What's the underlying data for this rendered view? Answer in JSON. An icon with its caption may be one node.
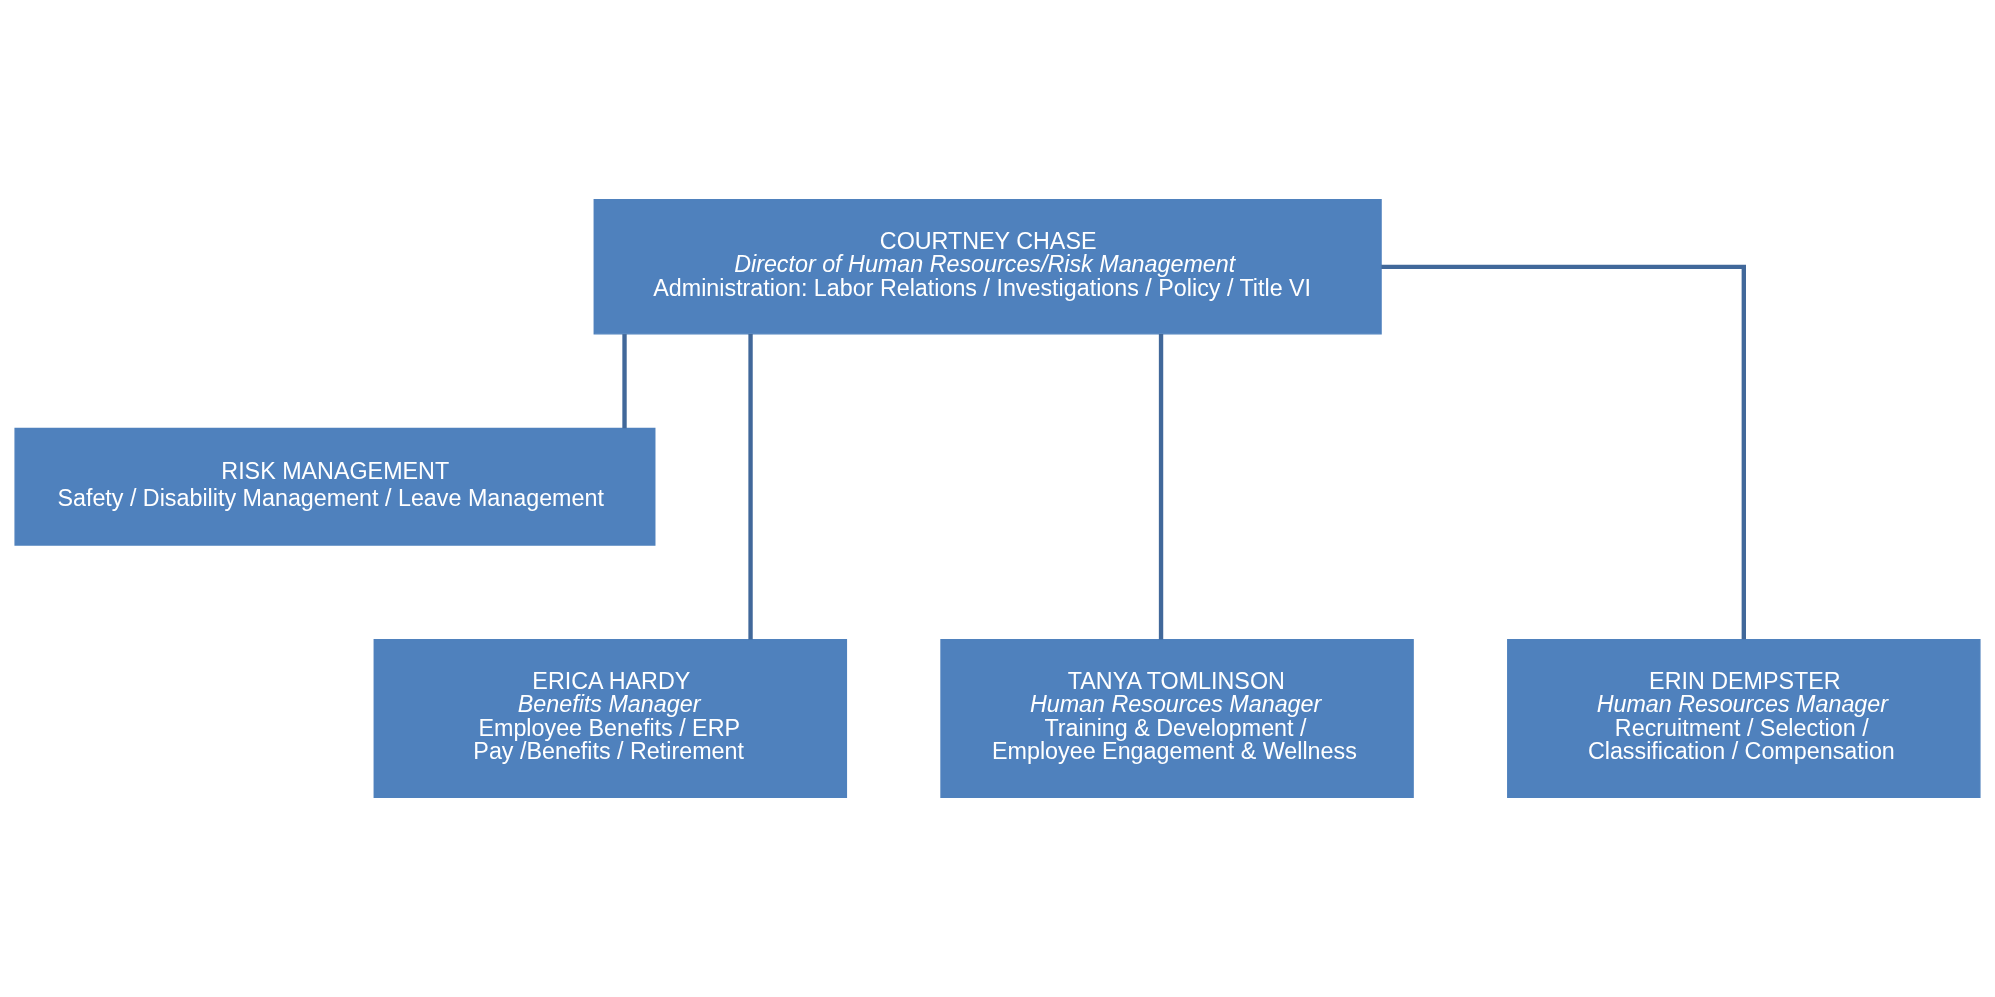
{
  "diagram": {
    "nodes": [
      {
        "text": [
          "COURTNEY CHASE",
          "Director of Human Resources/Risk Management",
          "Administration: Labor Relations / Investigations / Policy / Title VI"
        ]
      },
      {
        "text": [
          "RISK MANAGEMENT",
          "Safety / Disability Management / Leave Management"
        ]
      },
      {
        "text": [
          "ERICA HARDY",
          "Benefits Manager",
          "Employee Benefits / ERP",
          "Pay /Benefits / Retirement"
        ]
      },
      {
        "text": [
          "TANYA TOMLINSON",
          "Human Resources Manager",
          "Training & Development / Employee Engagement & Wellness"
        ]
      },
      {
        "text": [
          "ERIN DEMPSTER",
          "Human Resources Manager",
          "Recruitment / Selection / Classification / Compensation"
        ]
      }
    ],
    "edges": [
      {
        "from": 0,
        "to": 1,
        "arrow": "none"
      },
      {
        "from": 0,
        "to": 2,
        "arrow": "none"
      },
      {
        "from": 0,
        "to": 3,
        "arrow": "none"
      },
      {
        "from": 0,
        "to": 4,
        "arrow": "none"
      }
    ]
  }
}
